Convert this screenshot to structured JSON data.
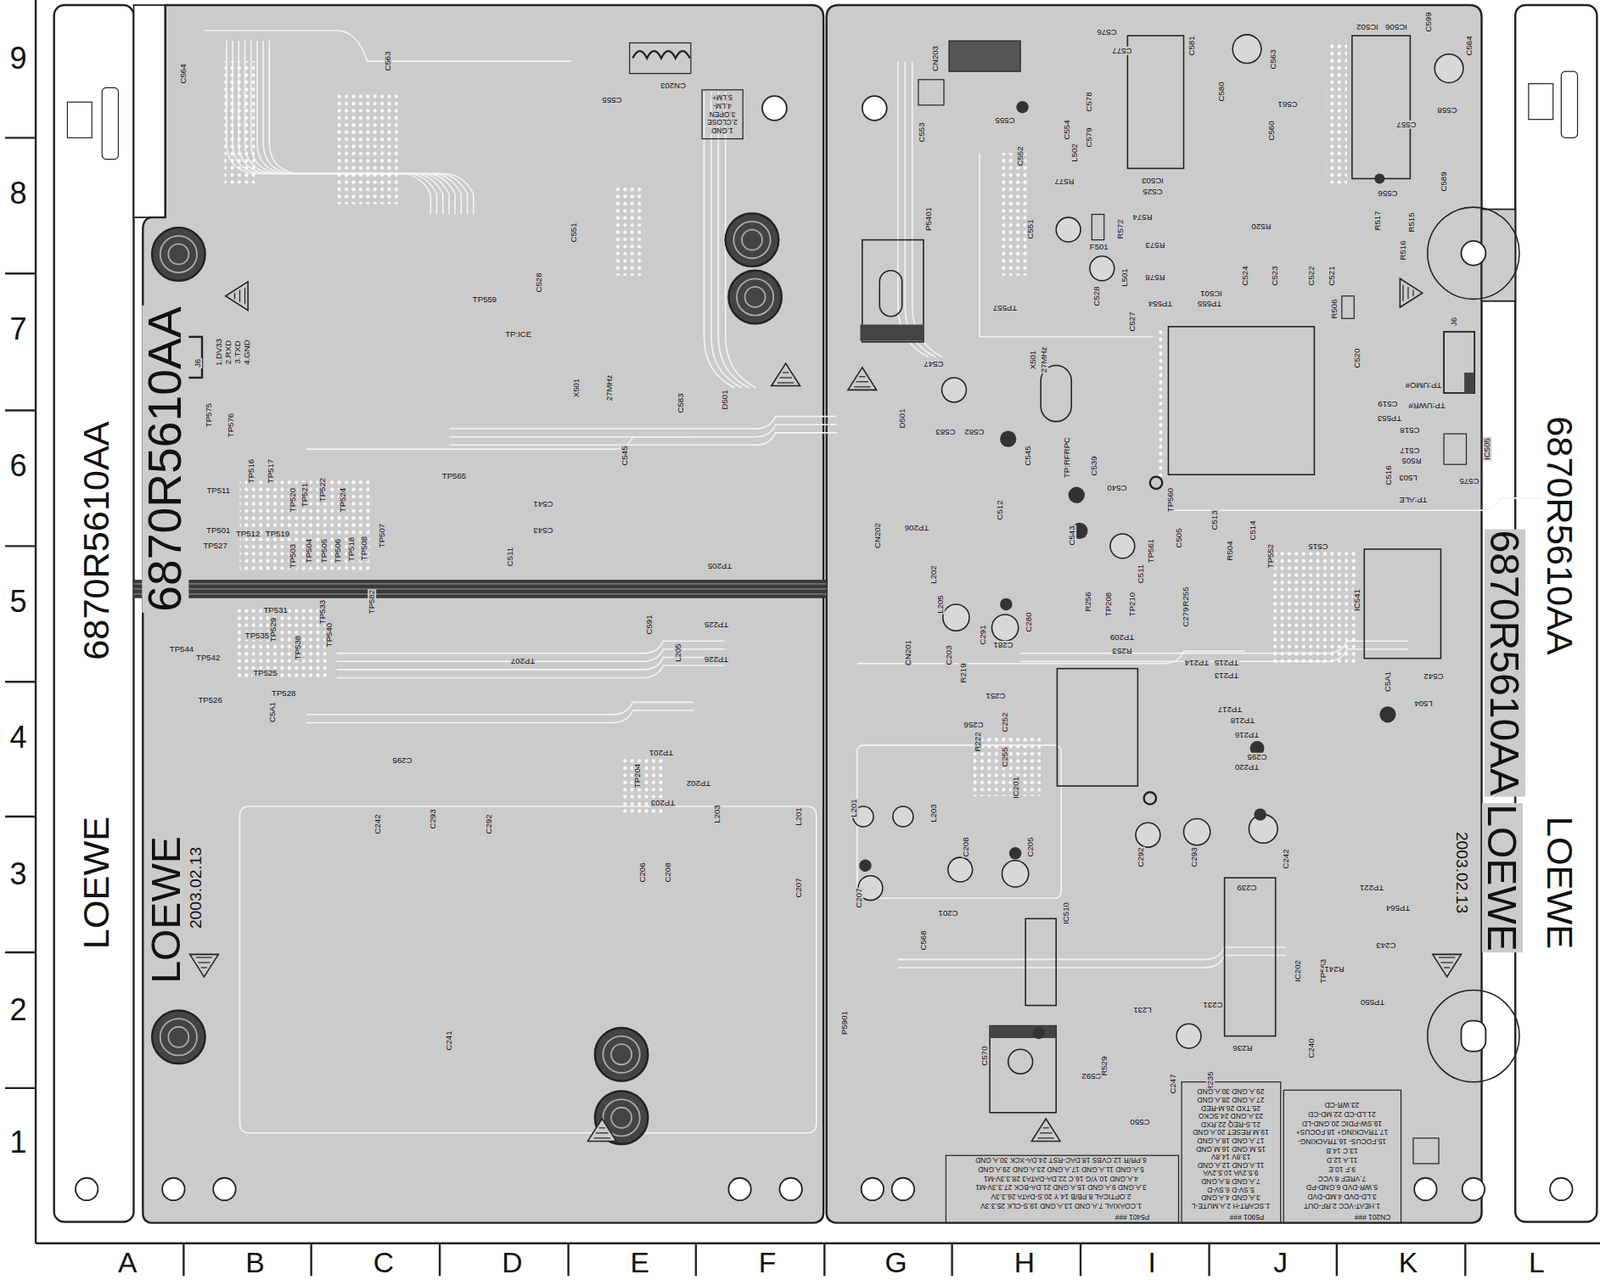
{
  "diagram": {
    "labels": [
      "9",
      "8",
      "7",
      "6",
      "5",
      "4",
      "3",
      "2",
      "1",
      "A",
      "B",
      "C",
      "D",
      "E",
      "F",
      "G",
      "H",
      "I",
      "J",
      "K",
      "L",
      "6870R5610AA",
      "6870R5610AA",
      "6870R5610AA",
      "LOEWE",
      "6870R5610AA",
      "LOEWE",
      "LOEWE",
      "LOEWE",
      "2003.02.13",
      "2003.02.13",
      "C564",
      "C563",
      "C555",
      "CN203",
      "1.GND",
      "2.CLOSE",
      "3.OPEN",
      "4.LM-",
      "5.LM+",
      "C551",
      "C528",
      "TP559",
      "TP:ICE",
      "X501",
      "27MHz",
      "C583",
      "D501",
      "C545",
      "TP565",
      "C541",
      "C543",
      "C511",
      "TP205",
      "C591",
      "TP225",
      "L205",
      "TP226",
      "TP207",
      "J6",
      "1.DV33",
      "2.RXD",
      "3.TXD",
      "4.GND",
      "TP575",
      "TP576",
      "TP516",
      "TP517",
      "TP511",
      "TP501",
      "TP512",
      "TP519",
      "TP527",
      "TP520",
      "TP521",
      "TP522",
      "TP524",
      "TP503",
      "TP504",
      "TP505",
      "TP506",
      "TP518",
      "TP508",
      "TP507",
      "TP582",
      "TP533",
      "TP540",
      "TP531",
      "TP529",
      "TP535",
      "TP538",
      "TP544",
      "TP542",
      "TP525",
      "TP526",
      "TP528",
      "C5A1",
      "C295",
      "TP201",
      "TP204",
      "TP202",
      "TP203",
      "C242",
      "C293",
      "C292",
      "L203",
      "L201",
      "C206",
      "C208",
      "C207",
      "C241",
      "CN203",
      "C576",
      "C577",
      "C578",
      "C579",
      "C555",
      "C554",
      "L502",
      "C552",
      "C553",
      "IC502",
      "IC506",
      "C599",
      "C564",
      "C558",
      "C557",
      "C556",
      "C589",
      "C581",
      "C563",
      "C580",
      "C561",
      "C560",
      "IC503",
      "C525",
      "R577",
      "P5401",
      "C551",
      "F501",
      "R572",
      "R574",
      "R573",
      "R520",
      "R515",
      "R517",
      "R516",
      "C528",
      "L501",
      "R578",
      "C521",
      "C522",
      "C523",
      "C524",
      "IC501",
      "TP554",
      "TP555",
      "R506",
      "TP557",
      "C527",
      "X501",
      "27MHz",
      "C547",
      "D501",
      "C583",
      "C582",
      "C545",
      "C520",
      "C519",
      "TP553",
      "TP:UMO#",
      "TP:UWR#",
      "J6",
      "IC505",
      "C518",
      "C517",
      "R505",
      "C516",
      "L503",
      "C575",
      "TP:ALE",
      "C515",
      "IC541",
      "C542",
      "C5A1",
      "L504",
      "TP560",
      "C513",
      "C514",
      "TP552",
      "C505",
      "R504",
      "TP561",
      "C512",
      "TP206",
      "CN202",
      "C539",
      "TP:RFRPC",
      "C540",
      "C511",
      "C543",
      "R256",
      "TP208",
      "TP210",
      "R255",
      "C279",
      "TP209",
      "R253",
      "TP213",
      "TP214",
      "TP215",
      "TP217",
      "TP218",
      "TP216",
      "C295",
      "TP220",
      "L202",
      "L205",
      "C291",
      "C281",
      "C280",
      "R219",
      "C203",
      "CN201",
      "C251",
      "C252",
      "C256",
      "R222",
      "C255",
      "IC201",
      "L201",
      "L203",
      "C207",
      "C208",
      "C205",
      "C292",
      "C293",
      "C242",
      "C239",
      "C201",
      "IC510",
      "C568",
      "P5901",
      "C570",
      "C592",
      "R529",
      "C550",
      "C231",
      "L231",
      "R235",
      "C247",
      "R236",
      "C240",
      "IC202",
      "TP563",
      "TP550",
      "TP564",
      "TP221",
      "C243",
      "R241",
      "P5401 ###",
      "1.COAXIAL 7.A.GND 13.A.GND 19.S-CLK 25.3.3V",
      "2.OPTICAL 8.PB/B 14.Y 20.S-DATA 26.3.3V",
      "3.A.GND 9.A.GND 15.A.GND 21.DA-BCK 27.3.3V-M1",
      "4.A.GND 10.Y/G 16.C 22.DA-DATA3 28.3.3V-M1",
      "5.A.GND 11.A.GND 17.A.GND 23.A.GND 29.A.GND",
      "6.PR/R 12.CVBS 18.DAC-RST 24.DA-XCK 30.A.GND",
      "P5901 ###",
      "1.SCART-H 2.A.MUTE-L",
      "3.A.GND 4.A.GND",
      "5.SV-D 6.SV-D",
      "7.A.GND 8.A.GND",
      "9.5.2VA 10.5.2VA",
      "11.A.GND 12.A.GND",
      "13.8V 14.8V",
      "15.M.GND 16.M.GND",
      "17.A.GND 18.A.GND",
      "19.M.RESET 20.A.GND",
      "21.S-REQ 22.RXD",
      "23.A.GND 24.SCKO",
      "25.TXD 26.M-RED",
      "27.A.GND 28.A.GND",
      "29.A.GND 30.A.GND",
      "CN201 ###",
      "1.HEAT-VCC 2.RF-OUT",
      "3.LD-DVD 4.MD-DVD",
      "5.WR-DVD 6.GND-PD",
      "7.VREF 8.VCC",
      "9.F 10.E",
      "11.A 12.D",
      "13.C 14.B",
      "15.FOCUS- 16.TRACKING-",
      "17.TRACKING+ 18.FOCUS+",
      "19.SW-PDIC 20.GND-LD",
      "21.LD-CD 22.MD-CD",
      "23.WR-CD"
    ]
  }
}
